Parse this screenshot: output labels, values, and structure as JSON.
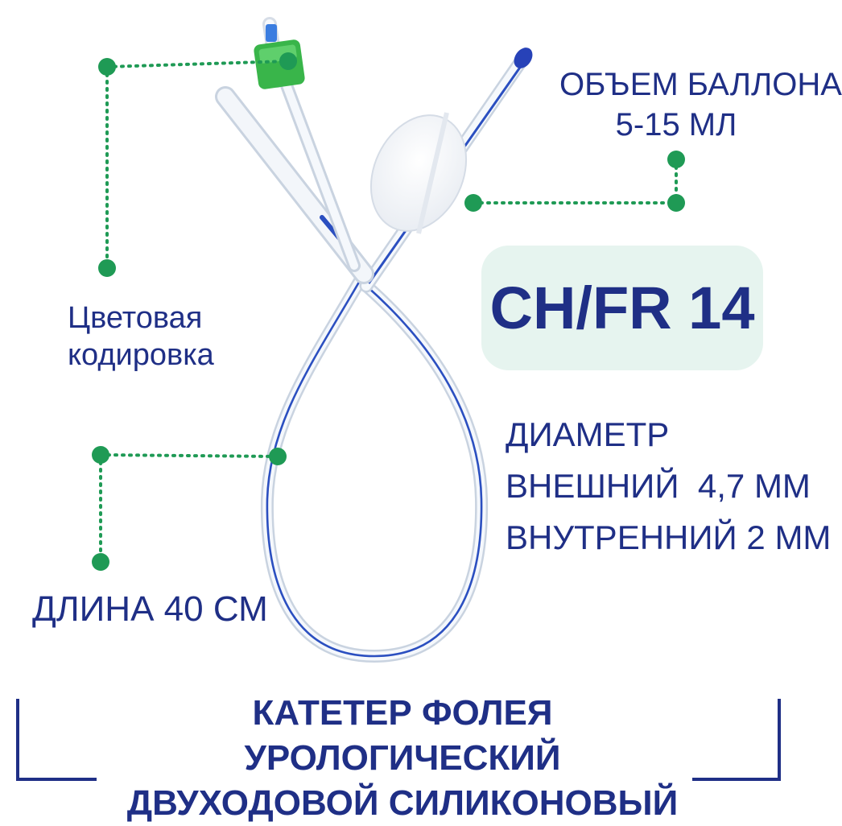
{
  "colors": {
    "text": "#1f2f86",
    "dot_accent": "#1f9a55",
    "badge_bg": "#e6f4ef",
    "catheter_blue": "#2b4fc0",
    "valve_green": "#39b54a"
  },
  "labels": {
    "color_coding_line1": "Цветовая",
    "color_coding_line2": "кодировка",
    "length": "ДЛИНА 40 СМ",
    "balloon_line1": "ОБЪЕМ БАЛЛОНА",
    "balloon_line2": "5-15 МЛ",
    "diameter_title": "ДИАМЕТР",
    "diameter_outer": "ВНЕШНИЙ  4,7 ММ",
    "diameter_inner": "ВНУТРЕННИЙ 2 ММ"
  },
  "badge": {
    "size": "CH/FR 14"
  },
  "title": {
    "line1": "КАТЕТЕР ФОЛЕЯ УРОЛОГИЧЕСКИЙ",
    "line2": "ДВУХОДОВОЙ СИЛИКОНОВЫЙ"
  },
  "icons": [
    "catheter-illustration",
    "callout-dot-icon",
    "corner-bracket-icon"
  ]
}
